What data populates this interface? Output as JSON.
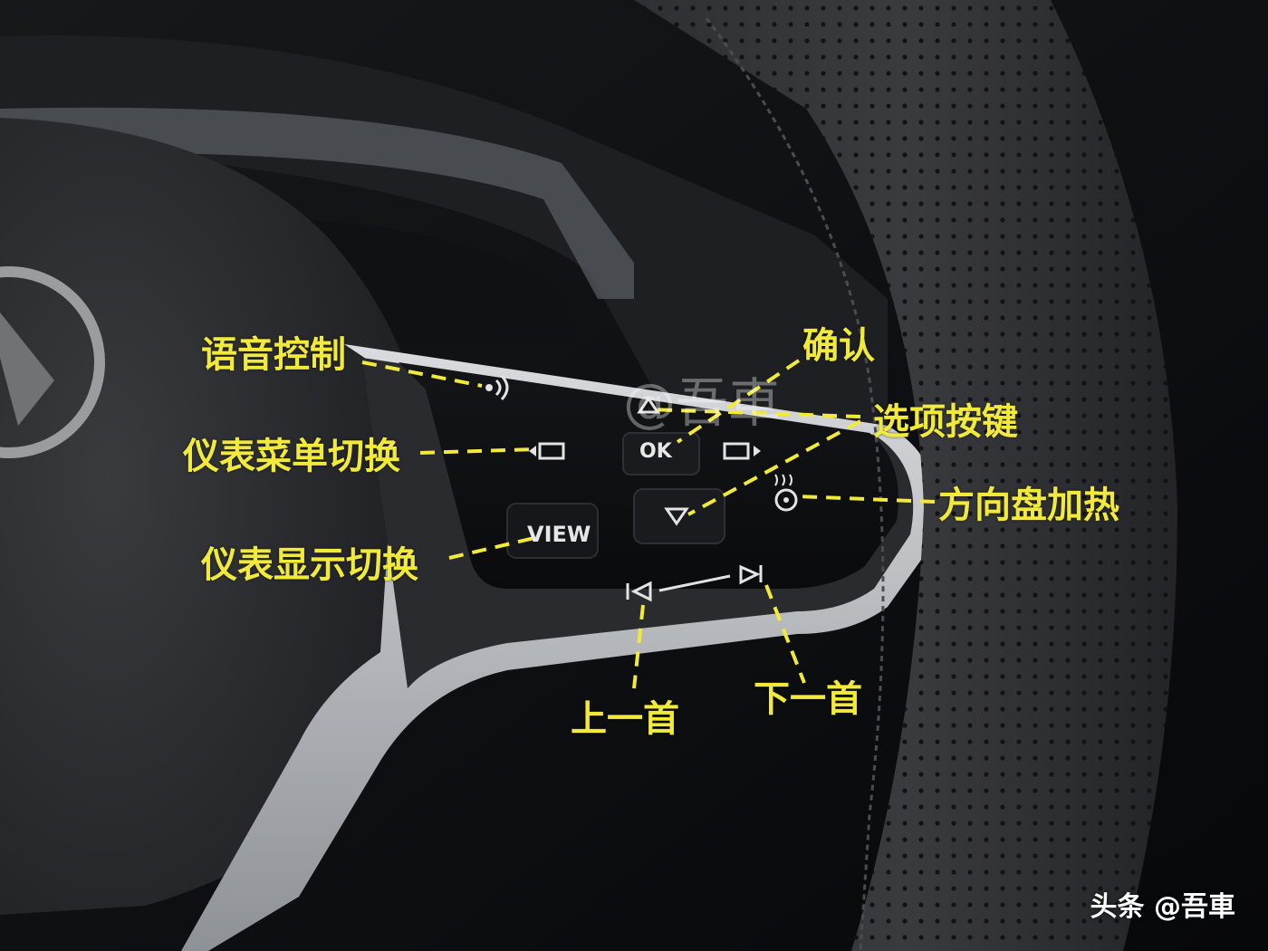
{
  "annotations": {
    "voice_control": "语音控制",
    "confirm": "确认",
    "option_keys": "选项按键",
    "cluster_menu_switch": "仪表菜单切换",
    "wheel_heating": "方向盘加热",
    "cluster_display_switch": "仪表显示切换",
    "previous_track": "上一首",
    "next_track": "下一首"
  },
  "buttons": {
    "ok": "OK",
    "view": "VIEW"
  },
  "watermark": "@吾車",
  "credit": "头条 @吾車",
  "colors": {
    "annotation": "#f2ea3a",
    "background": "#0b0c0e",
    "leather": "#2a2b2e",
    "trim": "#b9bcc0"
  }
}
